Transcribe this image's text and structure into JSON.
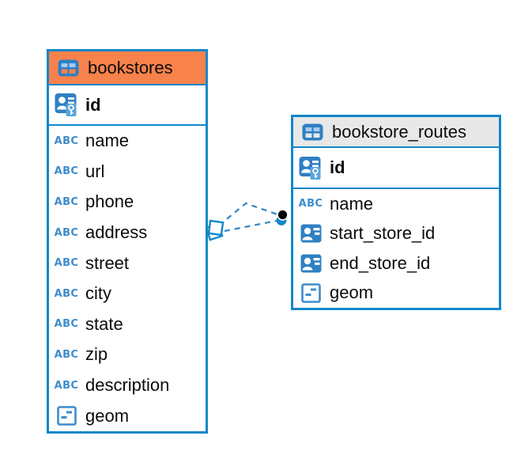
{
  "colors": {
    "accent_blue": "#1287CA",
    "icon_blue": "#2F80C4",
    "icon_light_blue": "#A6CBEC",
    "key_overlay_blue": "#5BA4DA",
    "abc_blue": "#3E8CCB",
    "selected_header_orange": "#F8824C",
    "plain_header_gray": "#E8E8E8",
    "relationship_line_blue": "#2F86C8",
    "text_black": "#0B0B0B"
  },
  "diagram": {
    "tables": [
      {
        "name": "bookstores",
        "header_color": "#F8824C",
        "icon": "table-icon",
        "key_column": {
          "label": "id",
          "icon": "primary-key-icon"
        },
        "columns": [
          {
            "label": "name",
            "icon": "text-icon"
          },
          {
            "label": "url",
            "icon": "text-icon"
          },
          {
            "label": "phone",
            "icon": "text-icon"
          },
          {
            "label": "address",
            "icon": "text-icon"
          },
          {
            "label": "street",
            "icon": "text-icon"
          },
          {
            "label": "city",
            "icon": "text-icon"
          },
          {
            "label": "state",
            "icon": "text-icon"
          },
          {
            "label": "zip",
            "icon": "text-icon"
          },
          {
            "label": "description",
            "icon": "text-icon"
          },
          {
            "label": "geom",
            "icon": "geometry-icon"
          }
        ]
      },
      {
        "name": "bookstore_routes",
        "header_color": "#E8E8E8",
        "icon": "table-icon",
        "key_column": {
          "label": "id",
          "icon": "primary-key-icon"
        },
        "columns": [
          {
            "label": "name",
            "icon": "text-icon"
          },
          {
            "label": "start_store_id",
            "icon": "reference-icon"
          },
          {
            "label": "end_store_id",
            "icon": "reference-icon"
          },
          {
            "label": "geom",
            "icon": "geometry-icon"
          }
        ]
      }
    ],
    "icon_glyphs": {
      "text_icon": "ABC"
    },
    "relationships": [
      {
        "from": "bookstores",
        "to": "bookstore_routes",
        "line_style": "dashed",
        "from_marker": "diamond",
        "to_marker": "dot"
      },
      {
        "from": "bookstores",
        "to": "bookstore_routes",
        "line_style": "dashed",
        "from_marker": "diamond",
        "to_marker": "dot"
      }
    ]
  }
}
